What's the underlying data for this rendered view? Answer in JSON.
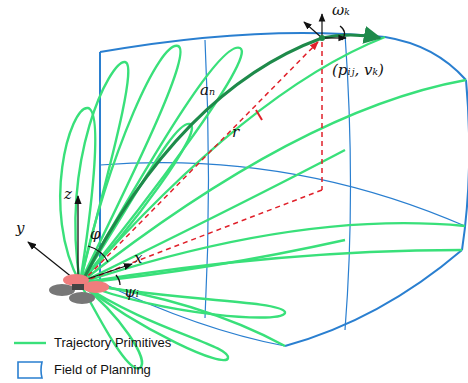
{
  "diagram": {
    "labels": [
      "ωₖ",
      "aₙ",
      "(pᵢⱼ, vₖ)",
      "r",
      "z",
      "φ",
      "y",
      "x",
      "ψᵢ"
    ],
    "legend": [
      {
        "text": "Trajectory Primitives"
      },
      {
        "text": "Field of Planning"
      }
    ]
  }
}
